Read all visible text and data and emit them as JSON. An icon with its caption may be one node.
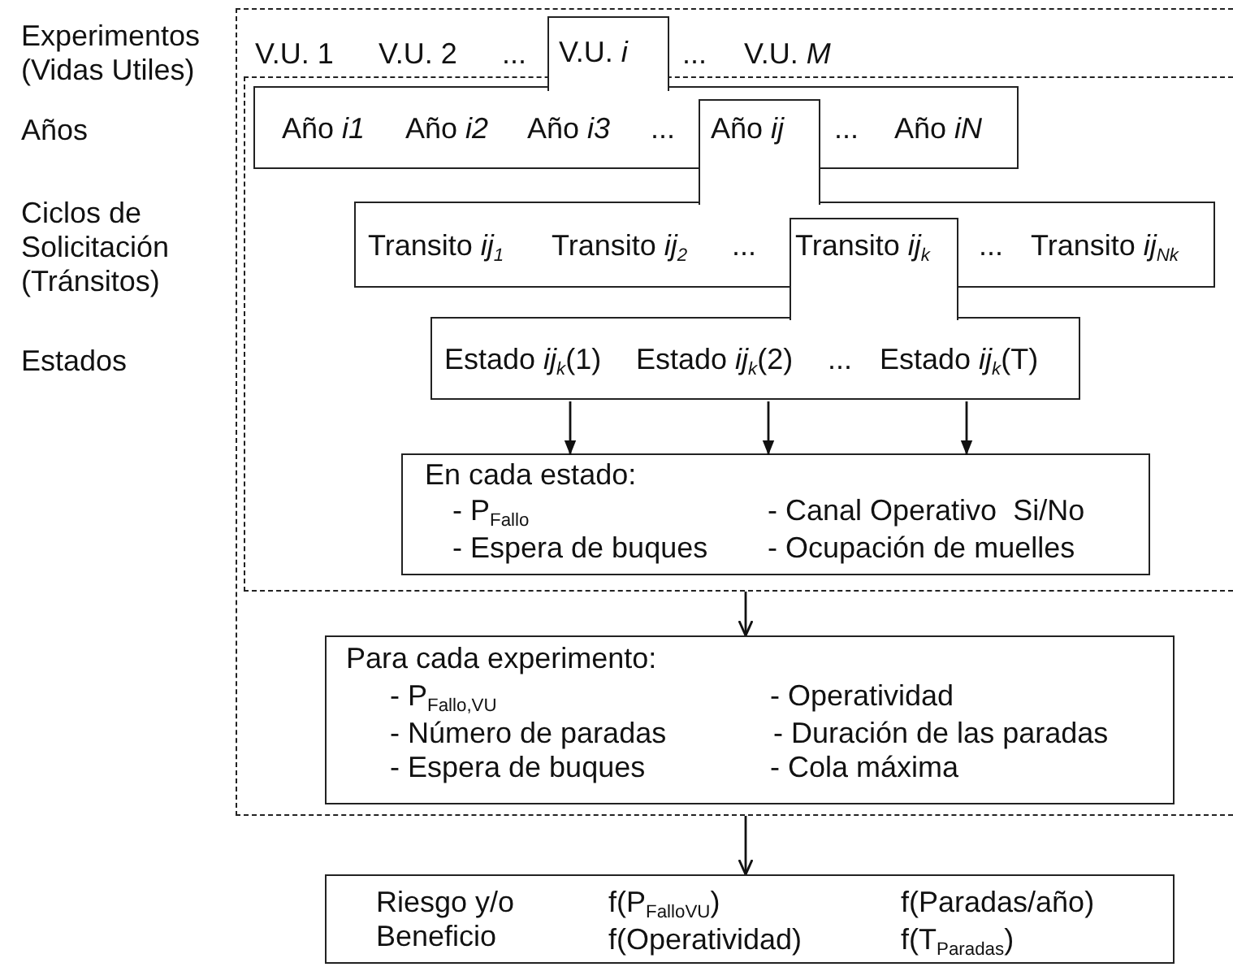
{
  "diagram": {
    "nodes": [
      {
        "text": [],
        "shape": "box"
      },
      {
        "text": [
          "V.U. *i*"
        ],
        "in": 0
      },
      {
        "text": [],
        "shape": "box",
        "in": 0
      },
      {
        "text": [
          "Año *i1*",
          "Año *i2*",
          "Año *i3*",
          "...",
          "...",
          "Año *iN*"
        ],
        "in": 2
      },
      {
        "text": [
          "Año *ij*"
        ],
        "in": 2
      },
      {
        "text": [
          "Transito *ij*$_{1}$",
          "Transito *ij*$_{2}$",
          "...",
          "...",
          "Transito *ij*$_{Nk}$"
        ],
        "in": 2
      },
      {
        "text": [
          "Transito *ij*$_{k}$"
        ],
        "in": 2
      },
      {
        "text": [
          "Estado *ij*$_{k}$(1)",
          "Estado *ij*$_{k}$(2)",
          "...",
          "Estado *ij*$_{k}$(T)"
        ],
        "in": 2
      },
      {
        "text": [
          "En cada estado:",
          "- P$_{Fallo}$",
          "- Canal Operativo  Si/No",
          "- Espera de buques",
          "- Ocupación de muelles"
        ],
        "in": 2
      },
      {
        "text": [
          "Para cada experimento:",
          "- P$_{Fallo,VU}$",
          "- Operatividad",
          "- Número de paradas",
          "- Duración de las paradas",
          "- Espera de buques",
          "- Cola máxima"
        ],
        "in": 0
      },
      {
        "text": [
          "Riesgo y/o Beneficio",
          "f(P$_{FalloVU}$)",
          "f(Paradas/año)",
          "f(Operatividad)",
          "f(T$_{Paradas}$)"
        ]
      }
    ],
    "edges": [
      {
        "from": 7,
        "to": 8,
        "arrow": "to"
      },
      {
        "from": 7,
        "to": 8,
        "arrow": "to"
      },
      {
        "from": 7,
        "to": 8,
        "arrow": "to"
      },
      {
        "from": 2,
        "to": 9,
        "arrow": "to"
      },
      {
        "from": 0,
        "to": 10,
        "arrow": "to"
      }
    ],
    "labels": [
      "Experimentos (Vidas Utiles)",
      "V.U. 1",
      "V.U. 2",
      "...",
      "...",
      "V.U. *M*",
      "Años",
      "Ciclos de Solicitación (Tránsitos)",
      "Estados"
    ]
  }
}
